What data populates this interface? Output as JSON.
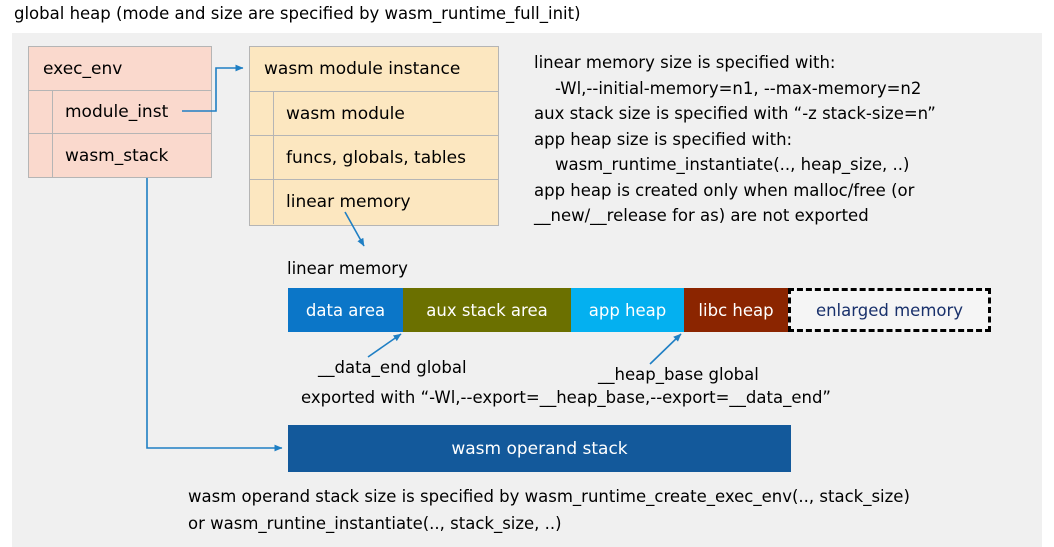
{
  "title": "global heap (mode and size are specified by wasm_runtime_full_init)",
  "exec_env": {
    "header": "exec_env",
    "rows": [
      "module_inst",
      "wasm_stack"
    ]
  },
  "module_instance": {
    "header": "wasm module instance",
    "rows": [
      "wasm module",
      "funcs, globals, tables",
      "linear memory"
    ]
  },
  "notes": {
    "linear_memory": "linear memory size is specified with:\n    -Wl,--initial-memory=n1, --max-memory=n2\naux stack size is specified with “-z stack-size=n”\napp heap size is specified with:\n    wasm_runtime_instantiate(.., heap_size, ..)\napp heap is created only when malloc/free (or\n__new/__release for as) are not exported",
    "operand_stack": "wasm operand stack size is specified by wasm_runtime_create_exec_env(.., stack_size)\nor wasm_runtine_instantiate(.., stack_size, ..)"
  },
  "linear_memory_bar": {
    "caption": "linear memory",
    "segments": [
      {
        "label": "data area",
        "color": "#0b76c8",
        "text_color": "#ffffff"
      },
      {
        "label": "aux stack area",
        "color": "#6b7000",
        "text_color": "#ffffff"
      },
      {
        "label": "app heap",
        "color": "#04b0f0",
        "text_color": "#ffffff"
      },
      {
        "label": "libc heap",
        "color": "#8b2500",
        "text_color": "#ffffff"
      },
      {
        "label": "enlarged memory",
        "color": "#f5f5f5",
        "text_color": "#18306b"
      }
    ],
    "annotations": {
      "data_end": "__data_end global",
      "heap_base": "__heap_base global",
      "exported": "exported with “-Wl,--export=__heap_base,--export=__data_end”"
    }
  },
  "operand_stack": {
    "label": "wasm operand stack"
  },
  "colors": {
    "canvas": "#f0f0f0",
    "exec_env": "#fad9cd",
    "module_instance": "#fce7c0",
    "operand_stack": "#13599b",
    "connector": "#1f7fc4"
  }
}
